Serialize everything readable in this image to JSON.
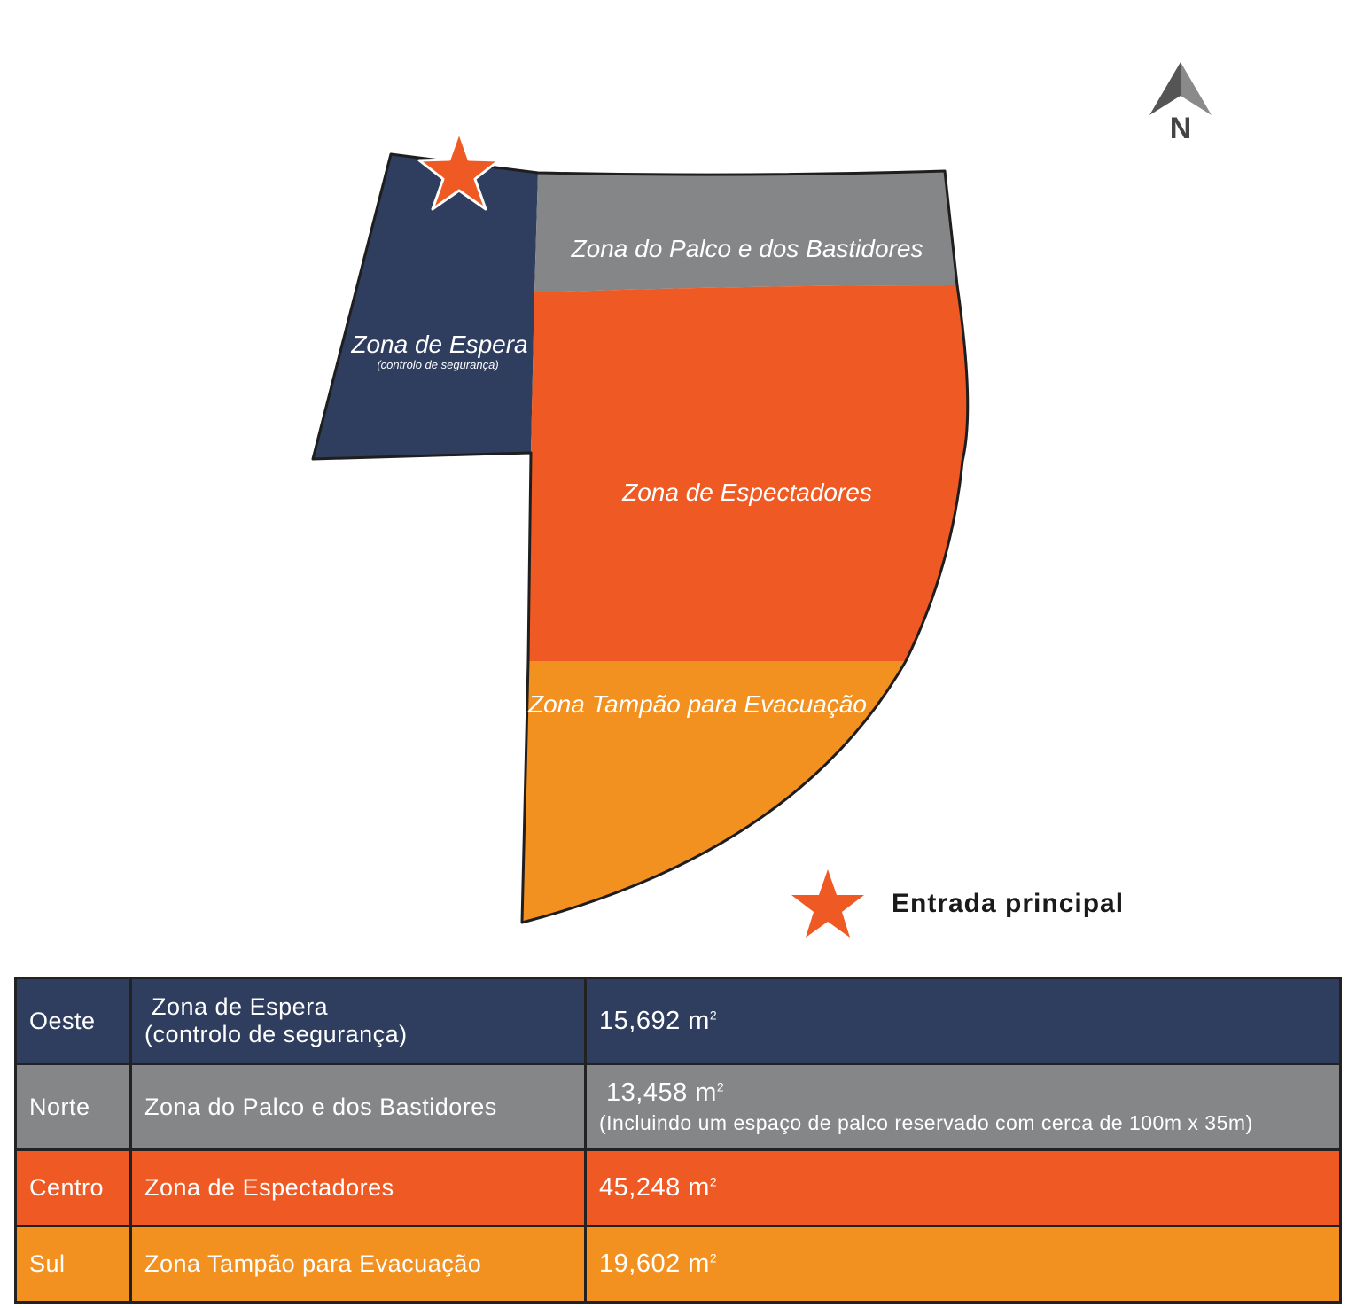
{
  "map": {
    "north_label": "N",
    "colors": {
      "espera": "#2f3d5f",
      "palco": "#858687",
      "espectadores": "#ef5a24",
      "tampao": "#f39120",
      "entrance": "#ef5a24"
    },
    "zones": {
      "espera": {
        "name": "Zona de Espera",
        "subtitle": "(controlo de segurança)"
      },
      "palco": {
        "name": "Zona do Palco e dos Bastidores"
      },
      "espectadores": {
        "name": "Zona de Espectadores"
      },
      "tampao": {
        "name": "Zona Tampão para Evacuação"
      }
    },
    "entrance_icon": "star-icon"
  },
  "legend": {
    "icon": "star-icon",
    "label": "Entrada principal"
  },
  "table": {
    "rows": [
      {
        "direction": "Oeste",
        "zone_line1": "Zona de Espera",
        "zone_line2": "(controlo de segurança)",
        "area": "15,692 m",
        "area_exp": "2",
        "note": ""
      },
      {
        "direction": "Norte",
        "zone_line1": "Zona do Palco e dos Bastidores",
        "zone_line2": "",
        "area": "13,458 m",
        "area_exp": "2",
        "note": "(Incluindo um espaço de palco reservado com cerca de 100m x 35m)"
      },
      {
        "direction": "Centro",
        "zone_line1": "Zona de Espectadores",
        "zone_line2": "",
        "area": "45,248 m",
        "area_exp": "2",
        "note": ""
      },
      {
        "direction": "Sul",
        "zone_line1": "Zona Tampão para Evacuação",
        "zone_line2": "",
        "area": "19,602 m",
        "area_exp": "2",
        "note": ""
      }
    ]
  }
}
